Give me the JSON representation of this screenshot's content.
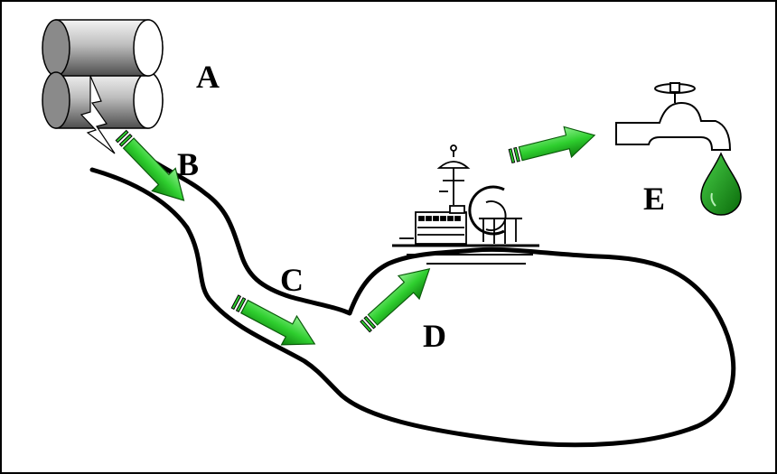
{
  "labels": {
    "a": "A",
    "b": "B",
    "c": "C",
    "d": "D",
    "e": "E"
  },
  "colors": {
    "arrow_green": "#33cc33",
    "arrow_dark": "#006600",
    "drop_green": "#119911",
    "outline": "#000000",
    "barrel_gray": "#9a9a9a"
  },
  "icons": {
    "barrels": "leaking-barrels-icon",
    "facility": "water-treatment-plant-icon",
    "faucet": "faucet-icon",
    "drop": "water-drop-icon"
  }
}
